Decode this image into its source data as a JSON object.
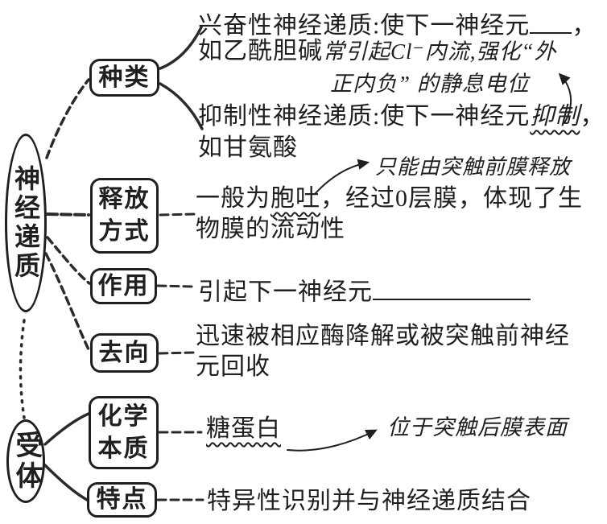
{
  "colors": {
    "ink": "#1f1f1f",
    "background": "#ffffff"
  },
  "nodes": {
    "neurotransmitter": "神经递质",
    "receptor": "受体"
  },
  "branches": {
    "types": "种类",
    "release_line1": "释放",
    "release_line2": "方式",
    "function": "作用",
    "fate": "去向",
    "chemical_line1": "化学",
    "chemical_line2": "本质",
    "features": "特点"
  },
  "content": {
    "excitatory_main": "兴奋性神经递质:使下一神经元",
    "excitatory_comma": "，",
    "excitatory_example": "如乙酰胆碱",
    "handwritten_note1_line1": "常引起Cl⁻内流,强化“外",
    "handwritten_note1_line2": "正内负” 的静息电位",
    "inhibitory_main": "抑制性神经递质:使下一神经元",
    "inhibitory_answer": "抑制",
    "inhibitory_comma": "，",
    "inhibitory_example": "如甘氨酸",
    "handwritten_note2": "只能由突触前膜释放",
    "release_part1": "一般为",
    "release_answer": "胞吐",
    "release_part2": "，经过0层膜，体现了生",
    "release_wrap": "物膜的流动性",
    "function_text": "引起下一神经元",
    "fate_line1": "迅速被相应酶降解或被突触前神经",
    "fate_line2": "元回收",
    "chemical_answer": "糖蛋白",
    "handwritten_note3": "位于突触后膜表面",
    "features_text": "特异性识别并与神经递质结合"
  }
}
